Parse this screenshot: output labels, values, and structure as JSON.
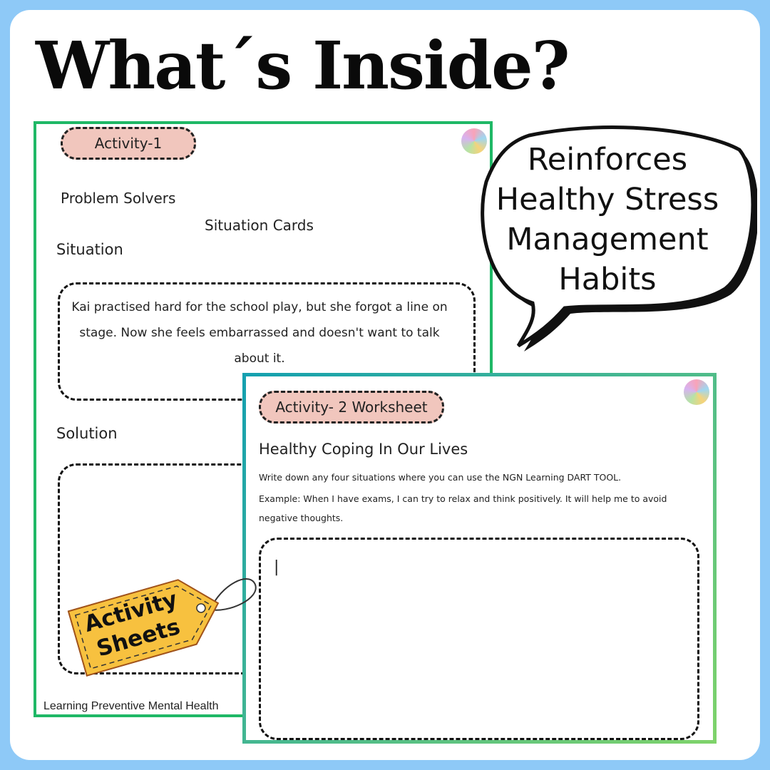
{
  "title": "What´s Inside?",
  "bubble": {
    "lines": [
      "Reinforces",
      "Healthy Stress",
      "Management",
      "Habits"
    ]
  },
  "sheet1": {
    "activity_label": "Activity-1",
    "heading": "Problem Solvers",
    "subheading": "Situation Cards",
    "situation_label": "Situation",
    "situation_text": "Kai practised hard for the school play, but she forgot a line on stage. Now she feels embarrassed and doesn't want to talk about it.",
    "solution_label": "Solution",
    "footer": "Learning Preventive Mental Health"
  },
  "sheet2": {
    "activity_label": "Activity- 2 Worksheet",
    "heading": "Healthy Coping In Our Lives",
    "instruction": "Write down any four situations where you can use the NGN Learning DART TOOL.",
    "example": "Example: When I have exams, I can try to relax and think positively. It will help me to avoid negative thoughts.",
    "answer_value": "|"
  },
  "tag": {
    "lines": [
      "Activity",
      "Sheets"
    ]
  },
  "colors": {
    "background": "#8ec9f7",
    "sheet1_border": "#1fb866",
    "pill": "#f1c6bd",
    "tag": "#f7c13f"
  }
}
